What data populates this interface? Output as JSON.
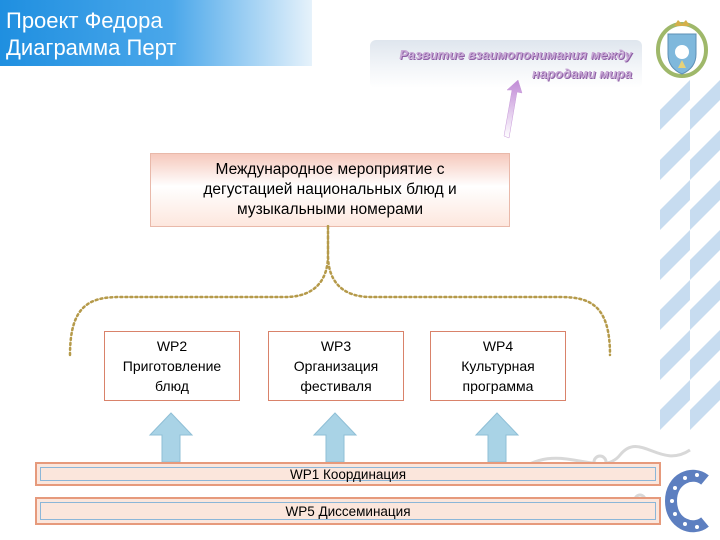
{
  "title": {
    "line1": "Проект Федора",
    "line2": "Диаграмма Перт"
  },
  "goal": {
    "line1": "Развитие взаимопонимания между",
    "line2": "народами мира"
  },
  "main_activity": {
    "line1": "Международное мероприятие с",
    "line2": "дегустацией национальных блюд и",
    "line3": "музыкальными номерами"
  },
  "work_packages": [
    {
      "label": "WP2\nПриготовление\nблюд"
    },
    {
      "label": "WP3\nОрганизация\nфестиваля"
    },
    {
      "label": "WP4\nКультурная\nпрограмма"
    }
  ],
  "bands": {
    "coordination": "WP1 Координация",
    "dissemination": "WP5 Диссеминация"
  },
  "colors": {
    "title_bg": "#1f8fe0",
    "wp_border": "#d9826a",
    "arrow_fill": "#a9d3e6",
    "brace": "#b59a4a",
    "band_fill": "#fbe6dc",
    "band_border": "#e69a7c",
    "deco_blue": "#c7dcf0"
  },
  "icons": {
    "crest": "coat-of-arms-icon",
    "logo": "c-logo-icon"
  }
}
